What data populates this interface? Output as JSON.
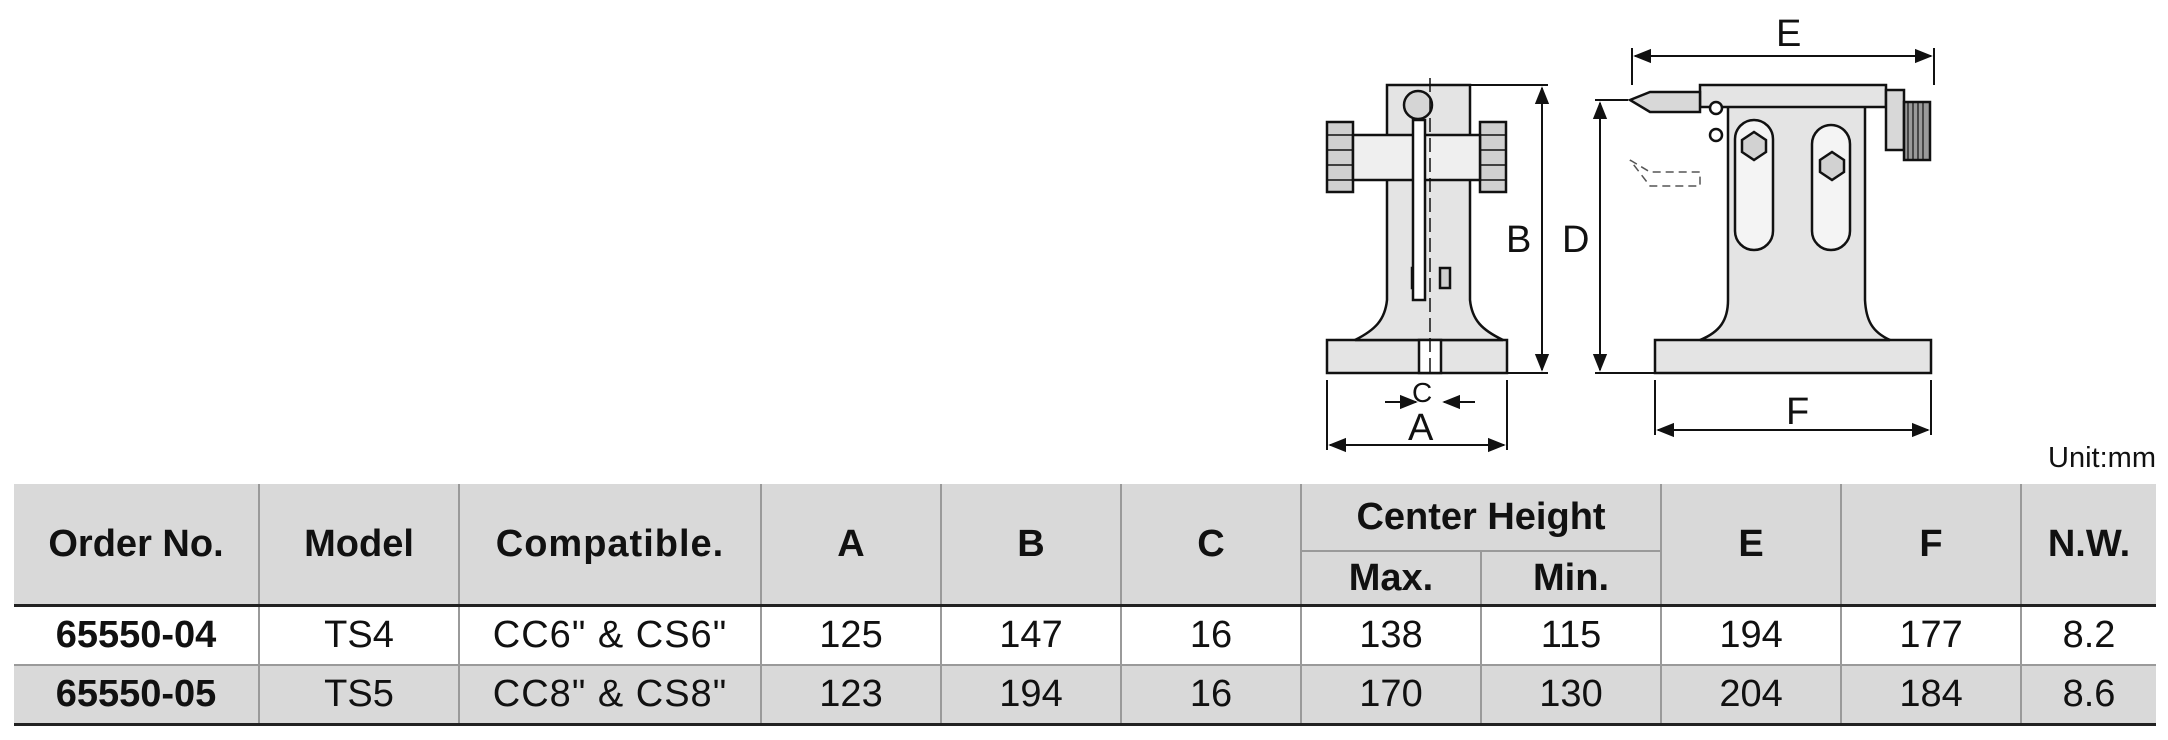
{
  "unit": "Unit:mm",
  "diagram": {
    "labels": {
      "A": "A",
      "B": "B",
      "C": "C",
      "D": "D",
      "E": "E",
      "F": "F"
    }
  },
  "table": {
    "headers": {
      "order_no": "Order No.",
      "model": "Model",
      "compatible": "Compatible.",
      "a": "A",
      "b": "B",
      "c": "C",
      "center_height": "Center Height",
      "max": "Max.",
      "min": "Min.",
      "e": "E",
      "f": "F",
      "nw": "N.W."
    },
    "rows": [
      {
        "order_no": "65550-04",
        "model": "TS4",
        "compatible": "CC6\" & CS6\"",
        "a": "125",
        "b": "147",
        "c": "16",
        "max": "138",
        "min": "115",
        "e": "194",
        "f": "177",
        "nw": "8.2"
      },
      {
        "order_no": "65550-05",
        "model": "TS5",
        "compatible": "CC8\" & CS8\"",
        "a": "123",
        "b": "194",
        "c": "16",
        "max": "170",
        "min": "130",
        "e": "204",
        "f": "184",
        "nw": "8.6"
      }
    ]
  }
}
